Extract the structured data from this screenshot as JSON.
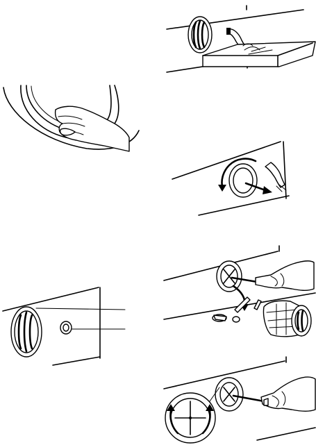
{
  "page": {
    "description_text": ""
  },
  "figures": [
    {
      "id": "open-hatch"
    },
    {
      "id": "drain-tray"
    },
    {
      "id": "rotate-filter"
    },
    {
      "id": "callout-panel"
    },
    {
      "id": "clean-filter"
    },
    {
      "id": "reinsert-filter"
    }
  ],
  "colors": {
    "ink": "#000000",
    "paper": "#ffffff"
  }
}
